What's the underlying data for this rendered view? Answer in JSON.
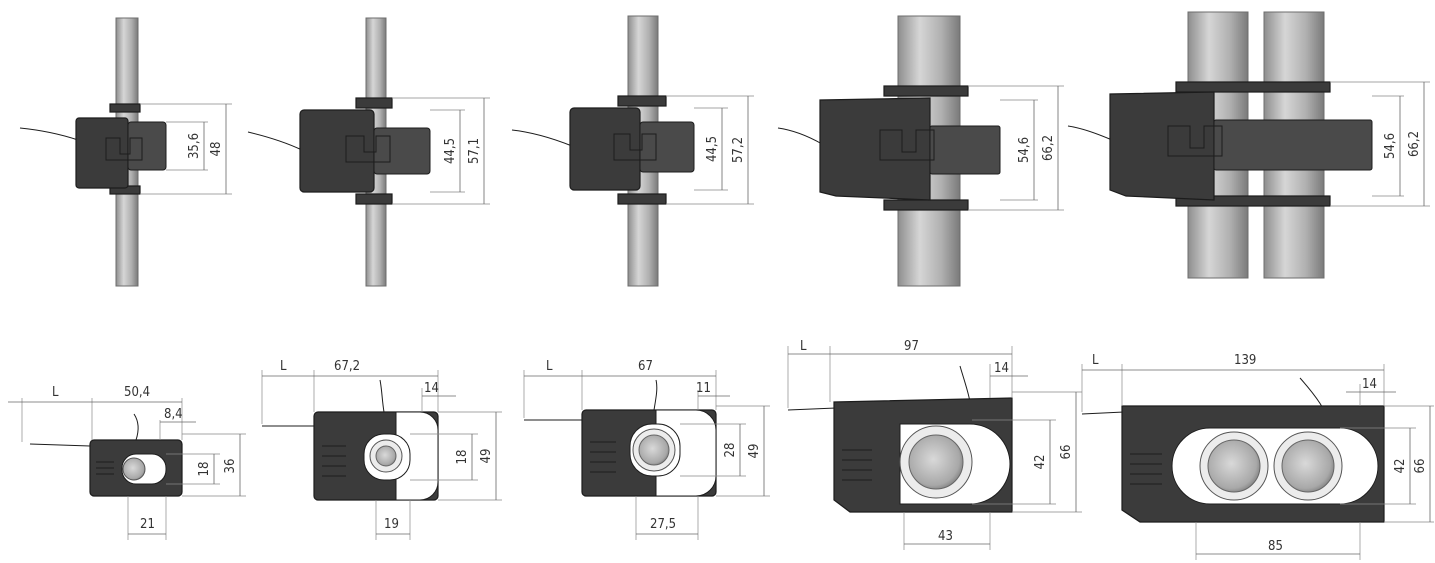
{
  "colors": {
    "sensor_body": "#3b3b3b",
    "sensor_outline": "#1c1c1c",
    "conductor": "#b5b5b5",
    "dimension_line": "#666666",
    "background": "#ffffff"
  },
  "top_row": [
    {
      "inner": "35,6",
      "outer": "48"
    },
    {
      "inner": "44,5",
      "outer": "57,1"
    },
    {
      "inner": "44,5",
      "outer": "57,2"
    },
    {
      "inner": "54,6",
      "outer": "66,2"
    },
    {
      "inner": "54,6",
      "outer": "66,2"
    }
  ],
  "bottom_row": [
    {
      "l": "L",
      "width": "50,4",
      "offset": "8,4",
      "hole": "18",
      "height": "36",
      "bottom": "21"
    },
    {
      "l": "L",
      "width": "67,2",
      "offset": "14",
      "hole": "18",
      "height": "49",
      "bottom": "19"
    },
    {
      "l": "L",
      "width": "67",
      "offset": "11",
      "hole": "28",
      "height": "49",
      "bottom": "27,5"
    },
    {
      "l": "L",
      "width": "97",
      "offset": "14",
      "hole": "42",
      "height": "66",
      "bottom": "43"
    },
    {
      "l": "L",
      "width": "139",
      "offset": "14",
      "hole": "42",
      "height": "66",
      "bottom": "85"
    }
  ]
}
